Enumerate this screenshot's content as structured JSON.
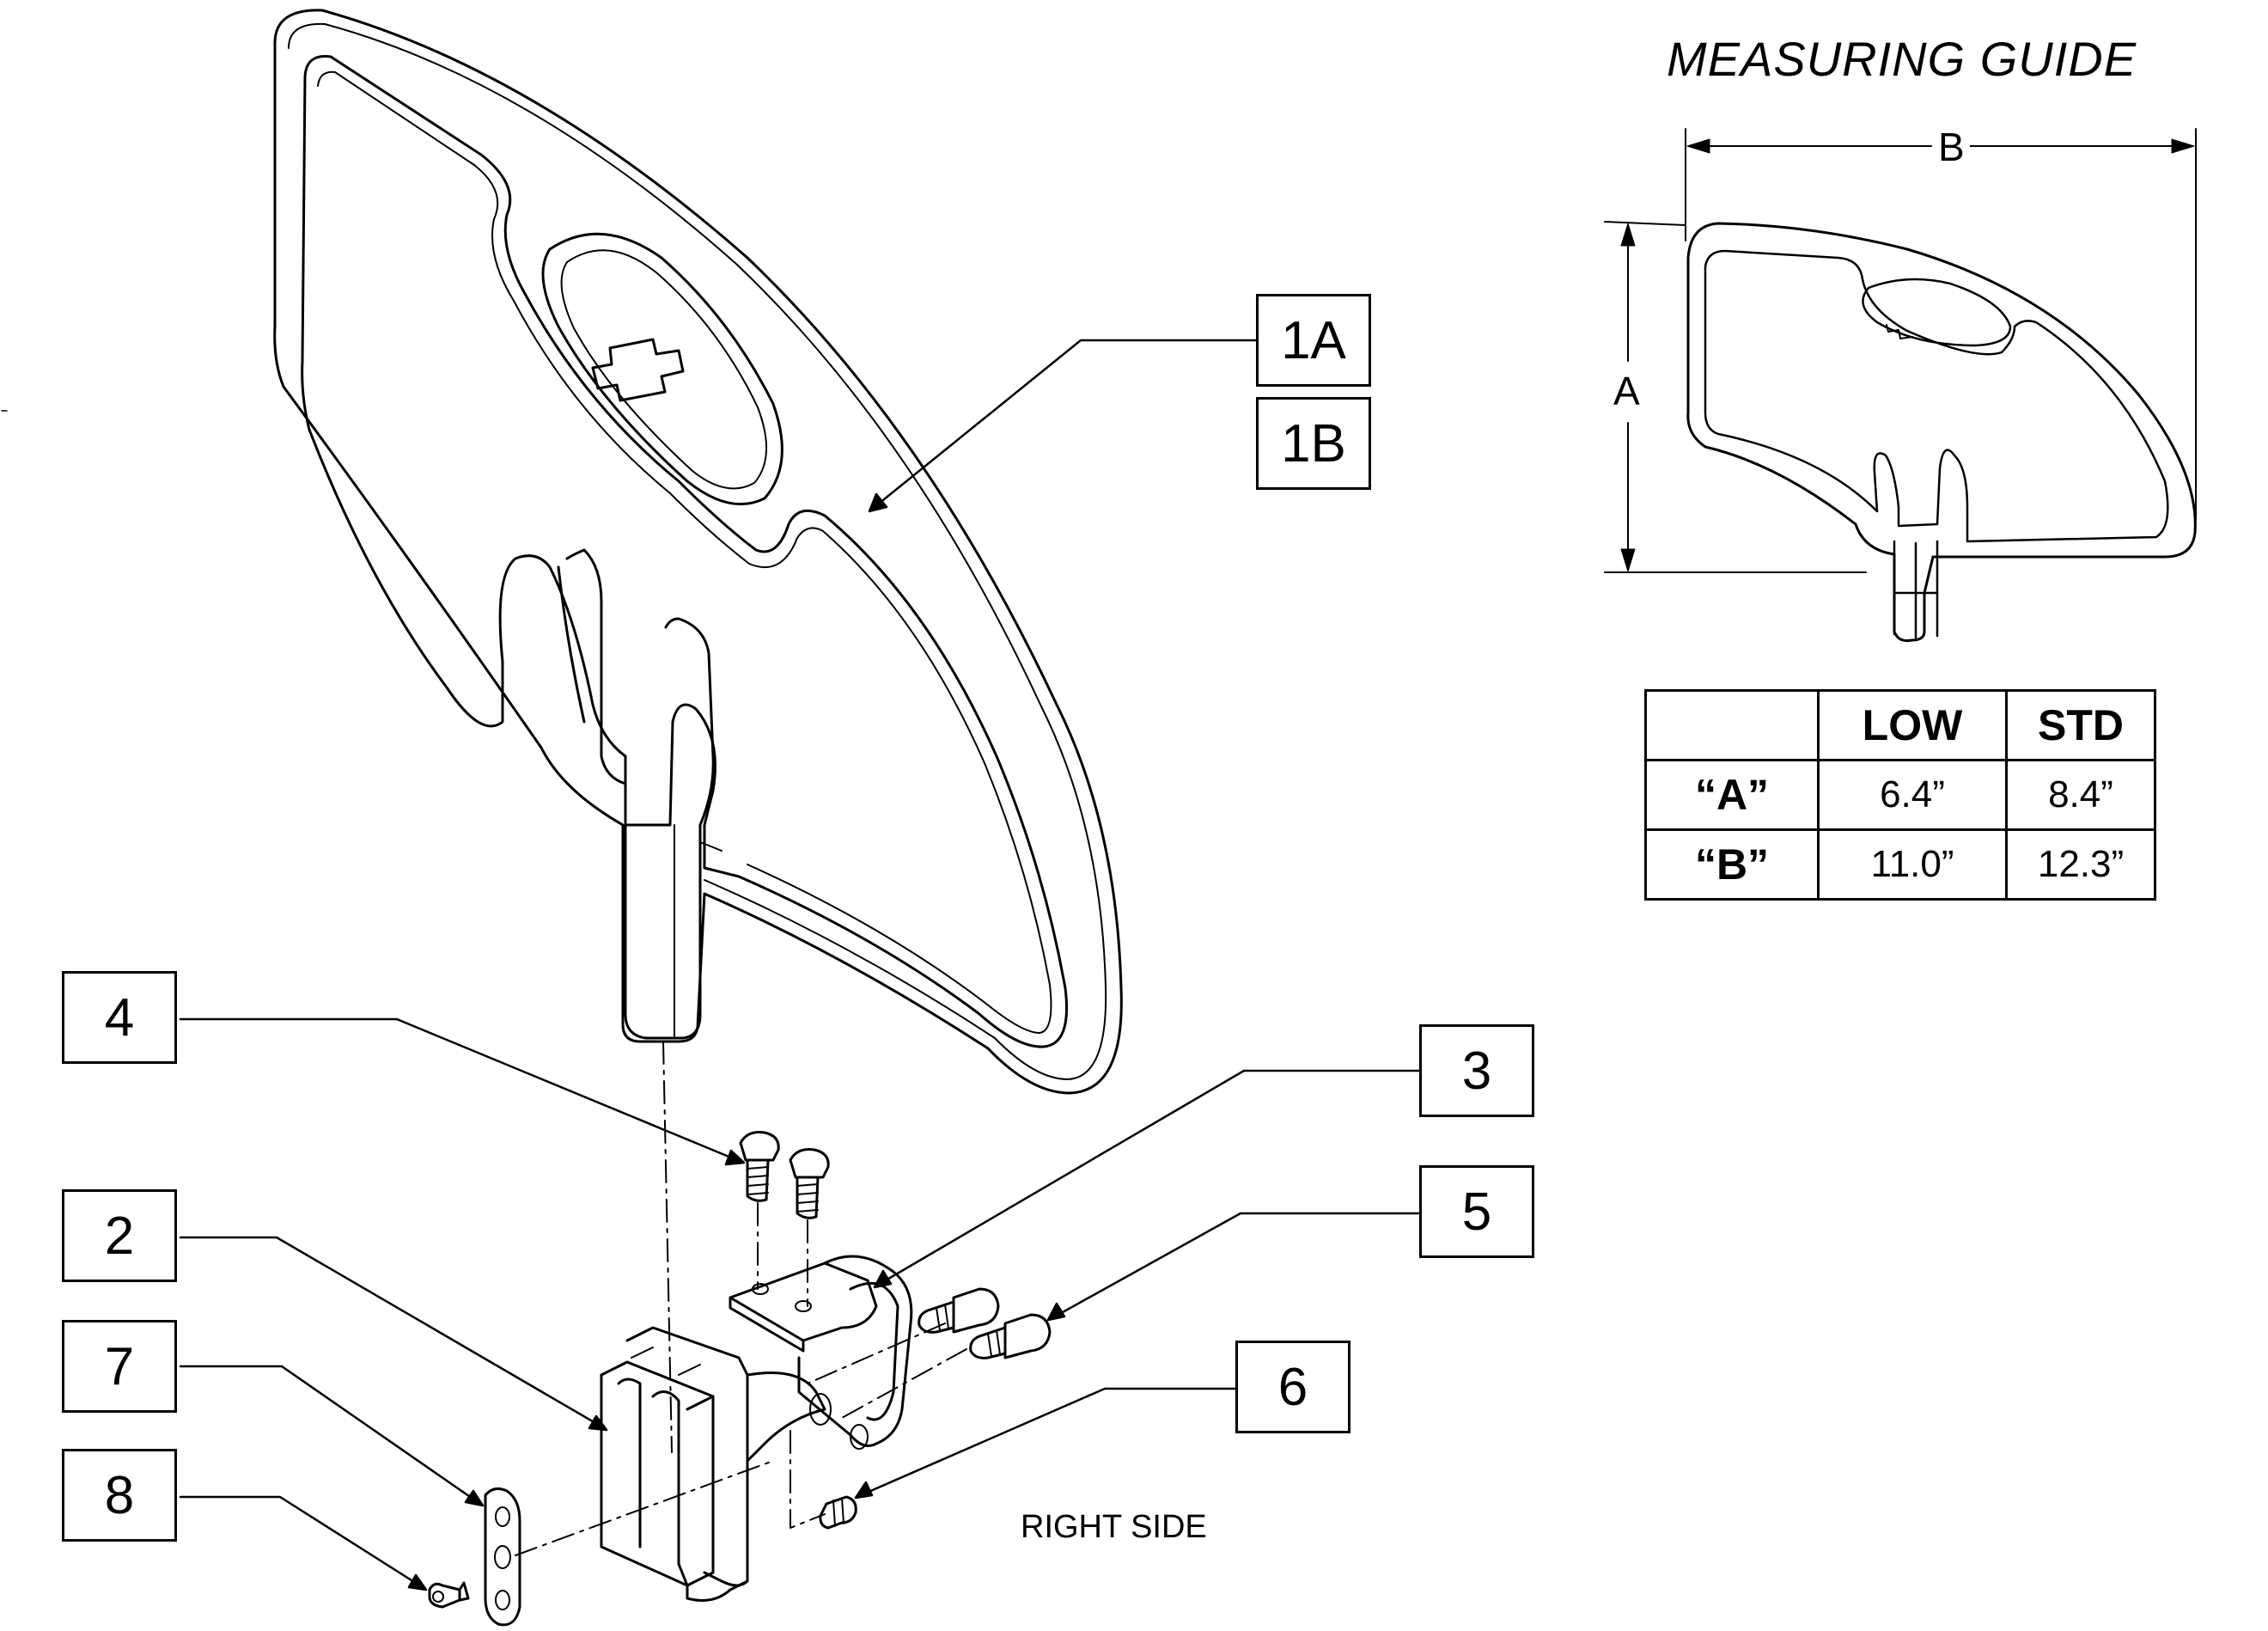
{
  "callouts": {
    "c1a": "1A",
    "c1b": "1B",
    "c2": "2",
    "c3": "3",
    "c4": "4",
    "c5": "5",
    "c6": "6",
    "c7": "7",
    "c8": "8"
  },
  "measuring_guide": {
    "title": "MEASURING GUIDE",
    "dim_a": "A",
    "dim_b": "B"
  },
  "table": {
    "headers": [
      "",
      "LOW",
      "STD"
    ],
    "rows": [
      [
        "“A”",
        "6.4”",
        "8.4”"
      ],
      [
        "“B”",
        "11.0”",
        "12.3”"
      ]
    ]
  },
  "caption": "RIGHT SIDE",
  "colors": {
    "ink": "#000000",
    "paper": "#ffffff"
  }
}
